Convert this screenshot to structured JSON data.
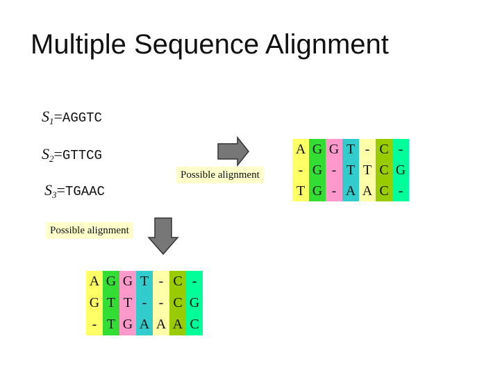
{
  "title": "Multiple Sequence Alignment",
  "sequences": [
    {
      "s": "S",
      "sub": "1",
      "eq": "=",
      "value": "AGGTC"
    },
    {
      "s": "S",
      "sub": "2",
      "eq": "=",
      "value": "GTTCG"
    },
    {
      "s": "S",
      "sub": "3",
      "eq": "=",
      "value": "TGAAC"
    }
  ],
  "labels": {
    "right": "Possible alignment",
    "bottom": "Possible alignment"
  },
  "alignment1": {
    "column_colors": [
      "#ffff66",
      "#33dd33",
      "#ff99cc",
      "#33cccc",
      "#ffffaa",
      "#99cc00",
      "#00ff99"
    ],
    "rows": [
      [
        "A",
        "G",
        "G",
        "T",
        "-",
        "C",
        "-"
      ],
      [
        "-",
        "G",
        "-",
        "T",
        "T",
        "C",
        "G"
      ],
      [
        "T",
        "G",
        "-",
        "A",
        "A",
        "C",
        "-"
      ]
    ]
  },
  "alignment2": {
    "column_colors": [
      "#ffff66",
      "#33dd33",
      "#ff99cc",
      "#33cccc",
      "#ffffaa",
      "#99cc00",
      "#00ff99"
    ],
    "rows": [
      [
        "A",
        "G",
        "G",
        "T",
        "-",
        "C",
        "-"
      ],
      [
        "G",
        "T",
        "T",
        "-",
        "-",
        "C",
        "G"
      ],
      [
        "-",
        "T",
        "G",
        "A",
        "A",
        "A",
        "C"
      ]
    ]
  },
  "colors": {
    "arrow_fill": "#777777",
    "label_bg": "#ffffcc"
  }
}
